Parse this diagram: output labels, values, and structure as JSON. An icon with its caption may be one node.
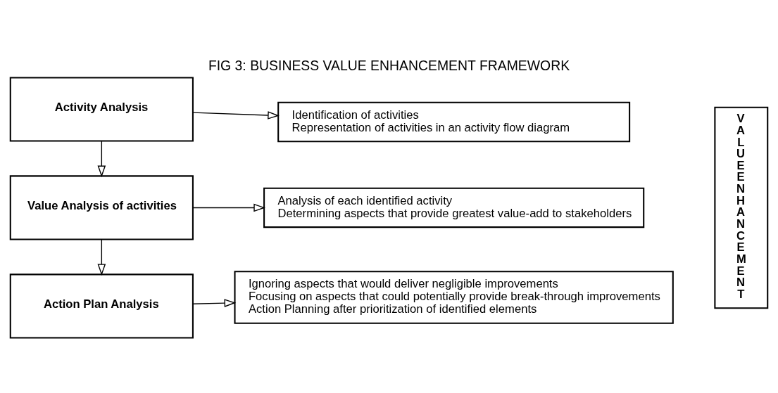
{
  "diagram": {
    "title": "FIG 3: BUSINESS VALUE ENHANCEMENT FRAMEWORK",
    "nodes": [
      {
        "text": [
          "Activity Analysis"
        ]
      },
      {
        "text": [
          "Identification of activities",
          "Representation of activities in an activity flow diagram"
        ]
      },
      {
        "text": [
          "Value Analysis of activities"
        ]
      },
      {
        "text": [
          "Analysis of each identified activity",
          "Determining aspects that provide greatest value-add to stakeholders"
        ]
      },
      {
        "text": [
          "Action Plan Analysis"
        ]
      },
      {
        "text": [
          "Ignoring aspects that would deliver negligible improvements",
          "Focusing on aspects that could potentially provide break-through improvements",
          "Action Planning after prioritization of identified elements"
        ]
      },
      {
        "text": [
          "V A L U E E N H A N C E M E N T"
        ]
      }
    ],
    "edges": [
      {
        "from": 0,
        "to": 1,
        "arrow": "to"
      },
      {
        "from": 0,
        "to": 2,
        "arrow": "to"
      },
      {
        "from": 2,
        "to": 3,
        "arrow": "to"
      },
      {
        "from": 2,
        "to": 4,
        "arrow": "to"
      },
      {
        "from": 4,
        "to": 5,
        "arrow": "to"
      }
    ]
  }
}
